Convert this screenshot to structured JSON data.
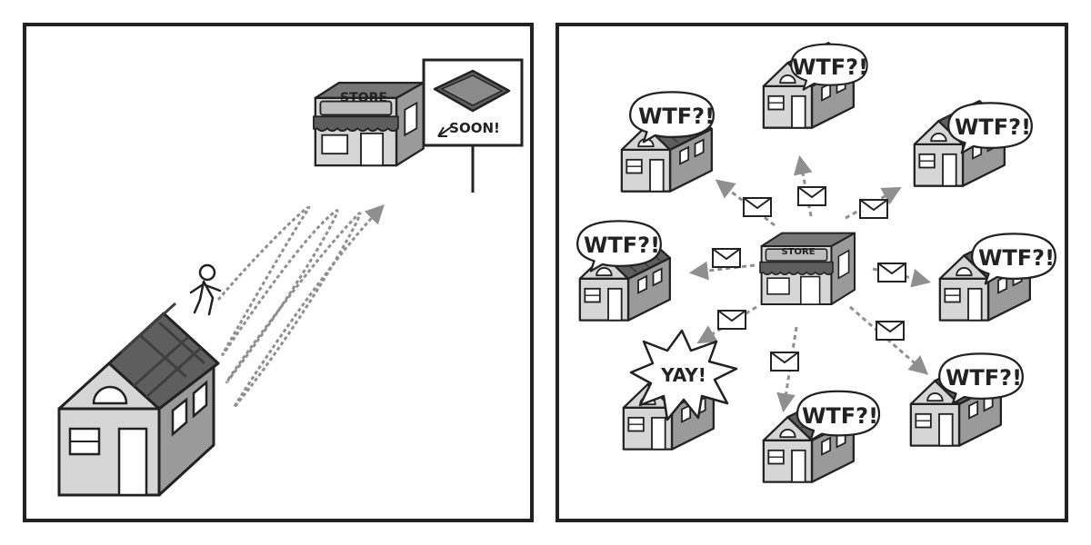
{
  "left_panel": {
    "store_sign": "STORE",
    "billboard_text": "SOON!"
  },
  "right_panel": {
    "store_sign": "STORE",
    "reactions": [
      {
        "house": "top-left",
        "text": "WTF?!"
      },
      {
        "house": "top-center",
        "text": "WTF?!"
      },
      {
        "house": "top-right",
        "text": "WTF?!"
      },
      {
        "house": "middle-left",
        "text": "WTF?!"
      },
      {
        "house": "middle-right",
        "text": "WTF?!"
      },
      {
        "house": "bottom-right",
        "text": "WTF?!"
      },
      {
        "house": "bottom-center",
        "text": "WTF?!"
      },
      {
        "house": "bottom-left",
        "text": "YAY!"
      }
    ]
  },
  "colors": {
    "outline": "#222222",
    "wall": "#d6d6d6",
    "wall_side": "#9a9a9a",
    "roof": "#5e5e5e",
    "roof_dark": "#3f3f3f",
    "path": "#8f8f8f",
    "panel_bg": "#ffffff"
  },
  "icons": [
    "house-icon",
    "store-icon",
    "person-icon",
    "envelope-icon",
    "smartphone-icon",
    "billboard-icon"
  ]
}
